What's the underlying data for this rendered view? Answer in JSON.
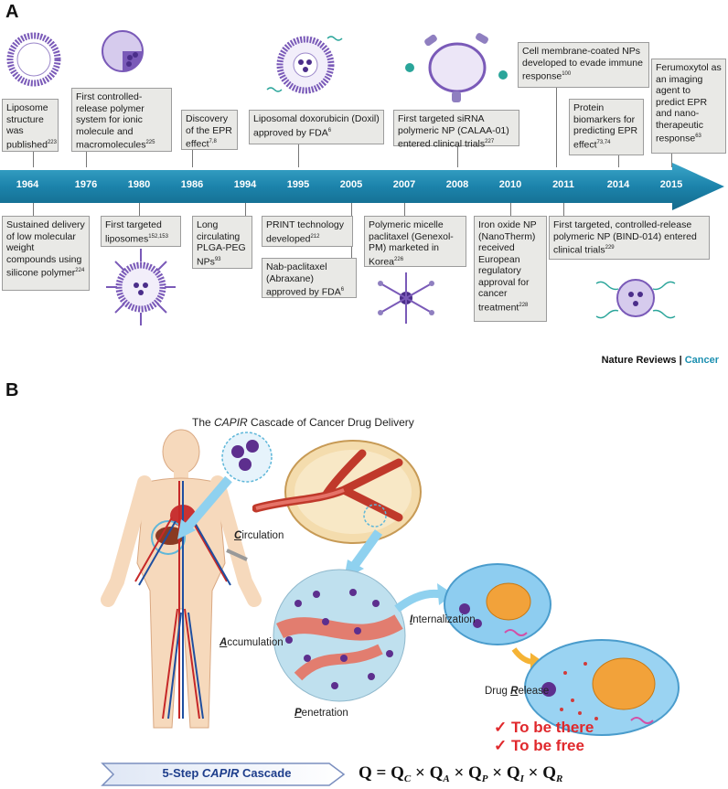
{
  "panel_a": {
    "letter": "A",
    "years": [
      "1964",
      "1976",
      "1980",
      "1986",
      "1994",
      "1995",
      "2005",
      "2007",
      "2008",
      "2010",
      "2011",
      "2014",
      "2015"
    ],
    "top_events": [
      {
        "text": "Liposome structure was published",
        "sup": "223"
      },
      {
        "text": "First controlled-release polymer system for ionic molecule and macromolecules",
        "sup": "225"
      },
      {
        "text": "Discovery of the EPR effect",
        "sup": "7,8"
      },
      {
        "text": "Liposomal doxorubicin (Doxil) approved by FDA",
        "sup": "6"
      },
      {
        "text": "First targeted siRNA polymeric NP (CALAA-01) entered clinical trials",
        "sup": "227"
      },
      {
        "text": "Cell membrane-coated NPs developed to evade immune response",
        "sup": "100"
      },
      {
        "text": "Protein biomarkers for predicting EPR effect",
        "sup": "73,74"
      },
      {
        "text": "Ferumoxytol as an imaging agent to predict EPR and nano-therapeutic response",
        "sup": "63"
      }
    ],
    "bottom_events": [
      {
        "text": "Sustained delivery of low molecular weight compounds using silicone polymer",
        "sup": "224"
      },
      {
        "text": "First targeted liposomes",
        "sup": "152,153"
      },
      {
        "text": "Long circulating PLGA-PEG NPs",
        "sup": "93"
      },
      {
        "text": "PRINT technology developed",
        "sup": "212"
      },
      {
        "text": "Nab-paclitaxel (Abraxane) approved by FDA",
        "sup": "6"
      },
      {
        "text": "Polymeric micelle paclitaxel (Genexol-PM) marketed in Korea",
        "sup": "226"
      },
      {
        "text": "Iron oxide NP (NanoTherm) received European regulatory approval for cancer treatment",
        "sup": "228"
      },
      {
        "text": "First targeted, controlled-release polymeric NP (BIND-014) entered clinical trials",
        "sup": "229"
      }
    ],
    "credit_journal": "Nature Reviews",
    "credit_separator": "|",
    "credit_section": "Cancer"
  },
  "panel_b": {
    "letter": "B",
    "title_prefix": "The ",
    "title_italic": "CAPIR",
    "title_suffix": " Cascade of Cancer Drug Delivery",
    "steps": {
      "circulation": {
        "initial": "C",
        "rest": "irculation"
      },
      "accumulation": {
        "initial": "A",
        "rest": "ccumulation"
      },
      "penetration": {
        "initial": "P",
        "rest": "enetration"
      },
      "internalization": {
        "initial": "I",
        "rest": "nternalization"
      },
      "release": {
        "prefix": "Drug ",
        "initial": "R",
        "rest": "elease"
      }
    },
    "goals": [
      "To be there",
      "To be free"
    ],
    "check_glyph": "✓",
    "cascade_label_prefix": "5-Step ",
    "cascade_label_italic": "CAPIR",
    "cascade_label_suffix": " Cascade",
    "formula": {
      "lhs": "Q = ",
      "terms": [
        {
          "q": "Q",
          "sub": "C"
        },
        {
          "q": "Q",
          "sub": "A"
        },
        {
          "q": "Q",
          "sub": "P"
        },
        {
          "q": "Q",
          "sub": "I"
        },
        {
          "q": "Q",
          "sub": "R"
        }
      ],
      "operator": " × "
    }
  },
  "colors": {
    "arrow": "#1b7fa6",
    "liposome": "#7a5ab8",
    "red_text": "#e0282c",
    "cascade_text": "#1e3e8c"
  }
}
